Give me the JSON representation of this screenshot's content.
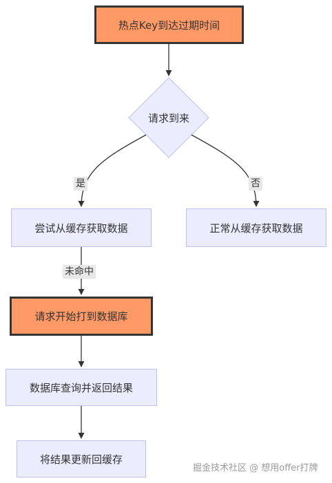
{
  "nodes": {
    "hot_key_expire": "热点Key到达过期时间",
    "request_arrives": "请求到来",
    "try_cache": "尝试从缓存获取数据",
    "normal_cache": "正常从缓存获取数据",
    "request_db": "请求开始打到数据库",
    "db_query_return": "数据库查询并返回结果",
    "update_cache": "将结果更新回缓存"
  },
  "edges": {
    "yes": "是",
    "no": "否",
    "miss": "未命中"
  },
  "watermark": "掘金技术社区 @ 想用offer打牌",
  "colors": {
    "node_fill": "#ECECFF",
    "node_border": "#BFBFEA",
    "highlight_fill": "#FF9966",
    "highlight_border": "#333333",
    "edge": "#333333",
    "edge_label_bg": "#E8E8E8"
  }
}
